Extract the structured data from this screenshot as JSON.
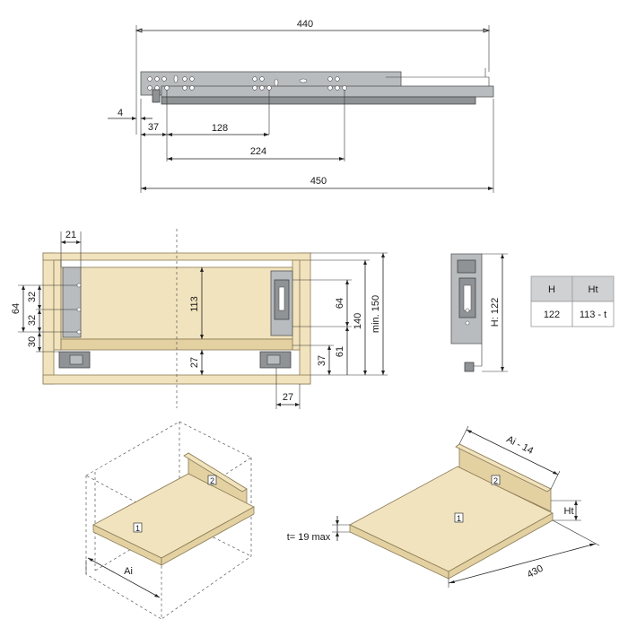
{
  "top_view": {
    "dim_440": "440",
    "dim_4": "4",
    "dim_37": "37",
    "dim_128": "128",
    "dim_224": "224",
    "dim_450": "450"
  },
  "section_view": {
    "dim_21": "21",
    "dim_64": "64",
    "dim_32a": "32",
    "dim_32b": "32",
    "dim_30": "30",
    "dim_113": "113",
    "dim_27a": "27",
    "dim_64r": "64",
    "dim_140": "140",
    "dim_min150": "min. 150",
    "dim_61": "61",
    "dim_37": "37",
    "dim_27b": "27"
  },
  "side_view": {
    "height_label": "H: 122"
  },
  "table": {
    "headers": [
      "H",
      "Ht"
    ],
    "row": [
      "122",
      "113 - t"
    ]
  },
  "iso_cabinet": {
    "label_ai": "Ai",
    "callout_1": "1",
    "callout_2": "2"
  },
  "iso_panel": {
    "label_ai14": "Ai - 14",
    "label_ht": "Ht",
    "label_t": "t= 19 max",
    "label_430": "430",
    "callout_1": "1",
    "callout_2": "2"
  }
}
